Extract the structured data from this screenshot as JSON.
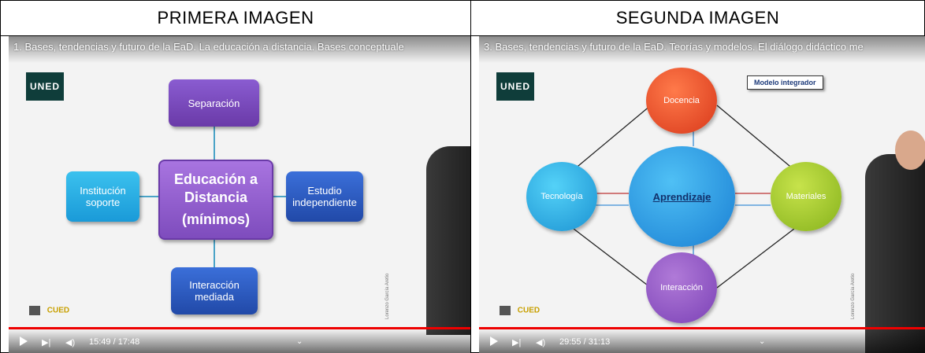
{
  "columns": {
    "left_title": "PRIMERA IMAGEN",
    "right_title": "SEGUNDA IMAGEN"
  },
  "video1": {
    "title": "1. Bases, tendencias y futuro de la EaD. La educación a distancia. Bases conceptuale",
    "logo": "UNED",
    "center_line1": "Educación a",
    "center_line2": "Distancia",
    "center_line3": "(mínimos)",
    "top": "Separación",
    "left_line1": "Institución",
    "left_line2": "soporte",
    "right_line1": "Estudio",
    "right_line2": "independiente",
    "bottom_line1": "Interacción",
    "bottom_line2": "mediada",
    "credit": "Lorenzo García Aretio",
    "footer_logo": "CUED",
    "time": "15:49 / 17:48"
  },
  "video2": {
    "title": "3. Bases, tendencias y futuro de la EaD. Teorías y modelos. El diálogo didáctico me",
    "logo": "UNED",
    "model_label": "Modelo integrador",
    "docencia": "Docencia",
    "tecnologia": "Tecnología",
    "aprendizaje": "Aprendizaje",
    "materiales": "Materiales",
    "interaccion": "Interacción",
    "credit": "Lorenzo García Aretio",
    "footer_logo": "CUED",
    "time": "29:55 / 31:13"
  }
}
